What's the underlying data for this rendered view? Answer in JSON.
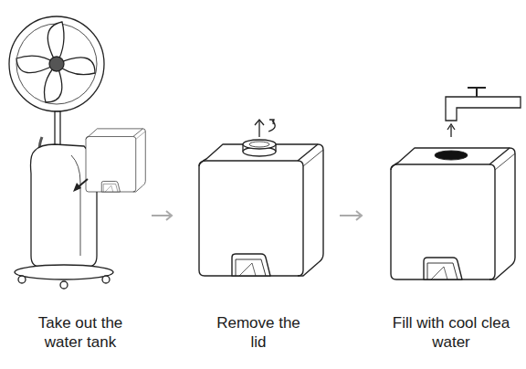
{
  "diagram": {
    "labels": [
      "Take out the water tank",
      "Remove the lid",
      "Fill with cool clea water"
    ]
  }
}
